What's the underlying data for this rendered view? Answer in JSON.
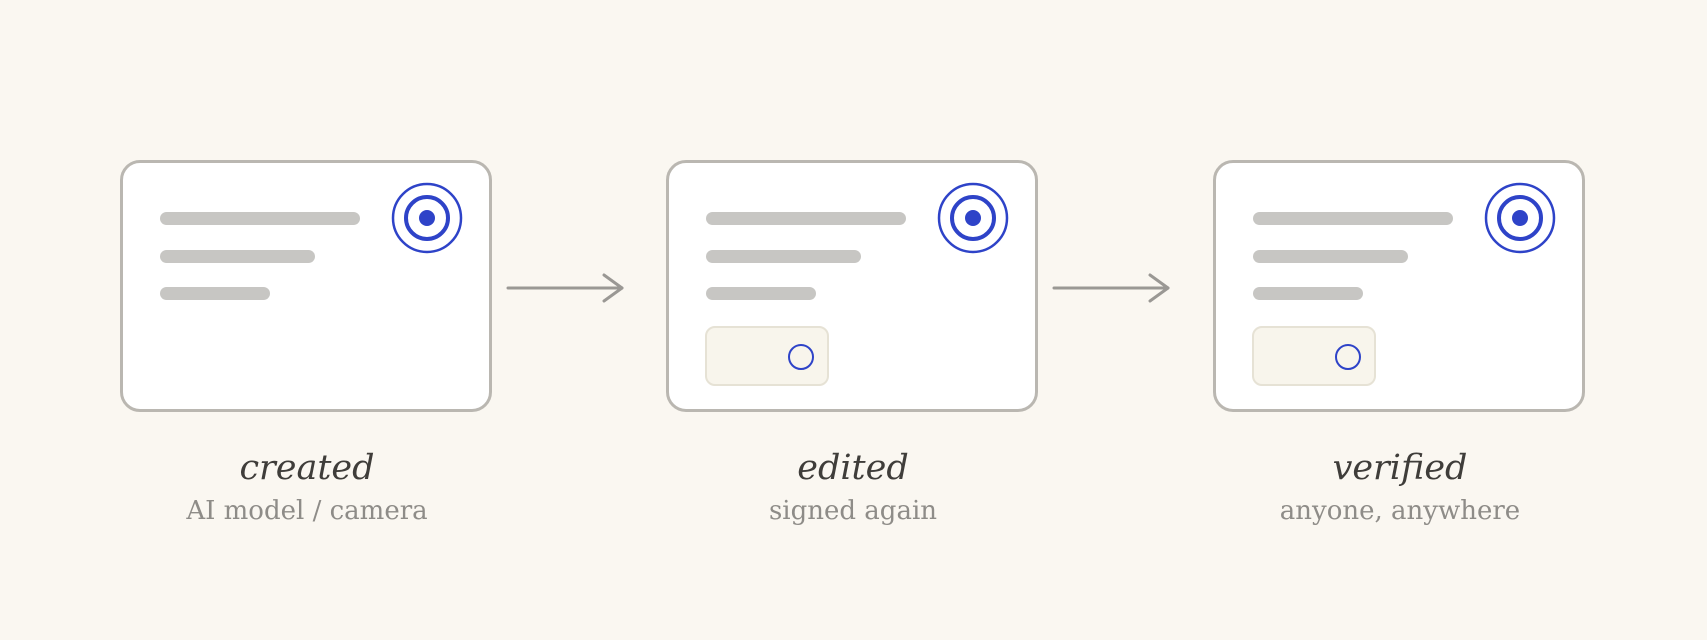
{
  "colors": {
    "background": "#faf7f1",
    "card_border": "#bab7b1",
    "text_bar": "#c7c6c3",
    "seal_blue": "#2e43c8",
    "arrow": "#9a9894",
    "title_text": "#3f3d3a",
    "subtitle_text": "#8e8c88"
  },
  "steps": [
    {
      "title": "created",
      "subtitle": "AI model / camera",
      "has_signature": false,
      "icon": "seal-icon"
    },
    {
      "title": "edited",
      "subtitle": "signed again",
      "has_signature": true,
      "icon": "seal-icon"
    },
    {
      "title": "verified",
      "subtitle": "anyone, anywhere",
      "has_signature": true,
      "icon": "seal-icon"
    }
  ],
  "connectors": [
    "arrow-right-icon",
    "arrow-right-icon"
  ]
}
